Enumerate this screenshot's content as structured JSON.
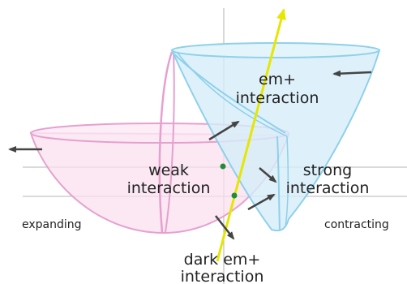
{
  "labels": {
    "em_line1": "em+",
    "em_line2": "interaction",
    "weak_line1": "weak",
    "weak_line2": "interaction",
    "strong_line1": "strong",
    "strong_line2": "interaction",
    "dark_line1": "dark em+",
    "dark_line2": "interaction",
    "expanding": "expanding",
    "contracting": "contracting"
  },
  "colors": {
    "pink_fill": "#f9e0ef",
    "pink_stroke": "#e6a0d0",
    "blue_fill": "#d6eef9",
    "blue_stroke": "#8fd0ea",
    "yellow_line": "#e6e600",
    "arrow": "#444444",
    "dot": "#1e8c3a"
  }
}
